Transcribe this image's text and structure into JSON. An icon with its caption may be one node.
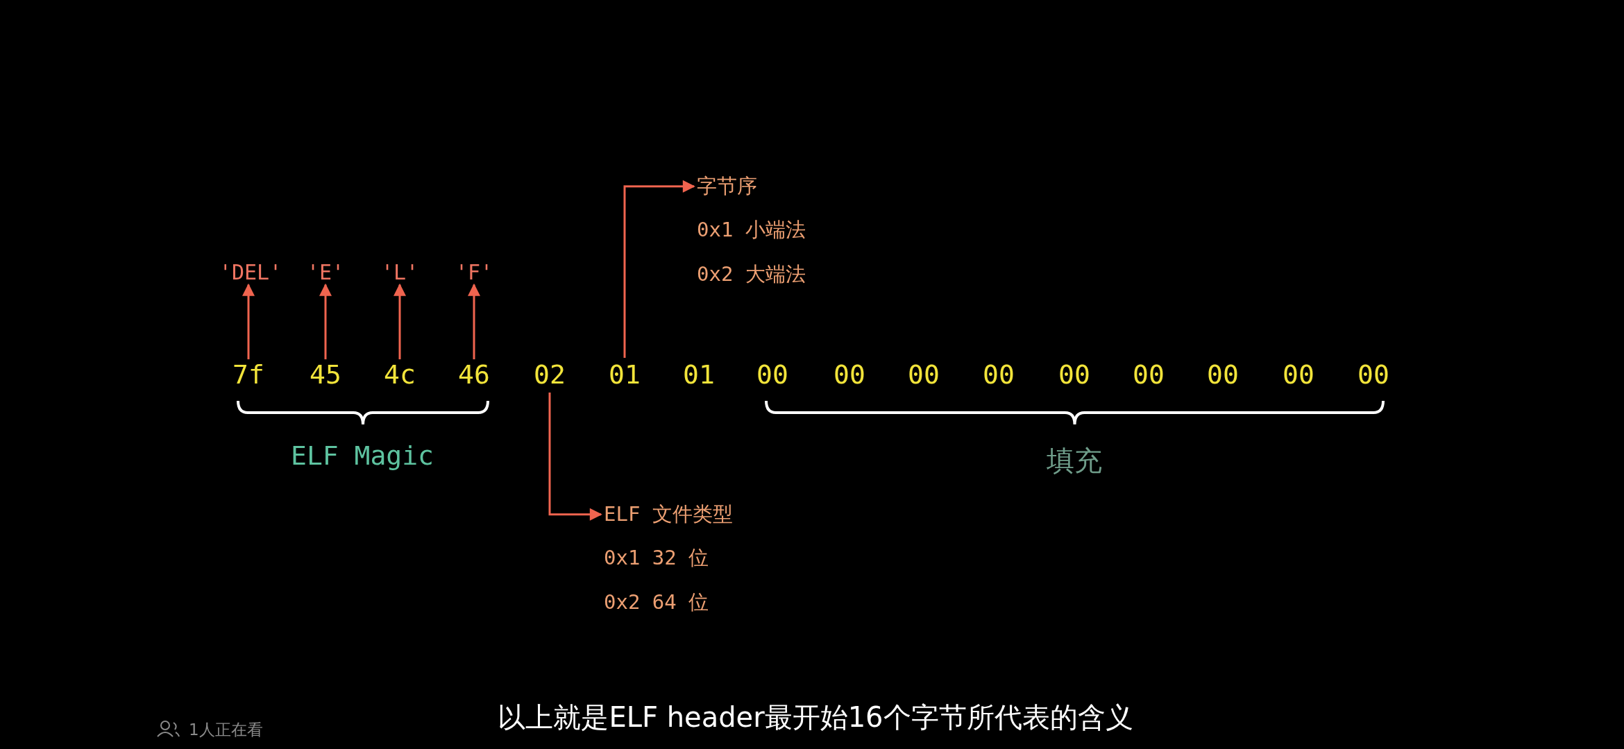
{
  "diagram": {
    "caption": "以上就是ELF header最开始16个字节所代表的含义",
    "nodes": [
      {
        "text": [
          "7f"
        ]
      },
      {
        "text": [
          "45"
        ]
      },
      {
        "text": [
          "4c"
        ]
      },
      {
        "text": [
          "46"
        ]
      },
      {
        "text": [
          "02"
        ]
      },
      {
        "text": [
          "01"
        ]
      },
      {
        "text": [
          "01"
        ]
      },
      {
        "text": [
          "00"
        ]
      },
      {
        "text": [
          "00"
        ]
      },
      {
        "text": [
          "00"
        ]
      },
      {
        "text": [
          "00"
        ]
      },
      {
        "text": [
          "00"
        ]
      },
      {
        "text": [
          "00"
        ]
      },
      {
        "text": [
          "00"
        ]
      },
      {
        "text": [
          "00"
        ]
      },
      {
        "text": [
          "00"
        ]
      },
      {
        "text": [
          "'DEL'"
        ]
      },
      {
        "text": [
          "'E'"
        ]
      },
      {
        "text": [
          "'L'"
        ]
      },
      {
        "text": [
          "'F'"
        ]
      },
      {
        "text": [
          "字节序",
          "0x1 小端法",
          "0x2 大端法"
        ]
      },
      {
        "text": [
          "ELF 文件类型",
          "0x1 32 位",
          "0x2 64 位"
        ]
      }
    ],
    "edges": [
      {
        "from": 0,
        "to": 16,
        "arrow": "to"
      },
      {
        "from": 1,
        "to": 17,
        "arrow": "to"
      },
      {
        "from": 2,
        "to": 18,
        "arrow": "to"
      },
      {
        "from": 3,
        "to": 19,
        "arrow": "to"
      },
      {
        "from": 5,
        "to": 20,
        "arrow": "to"
      },
      {
        "from": 4,
        "to": 21,
        "arrow": "to"
      }
    ],
    "labels": [
      "ELF Magic",
      "填充",
      "1人正在看"
    ]
  }
}
